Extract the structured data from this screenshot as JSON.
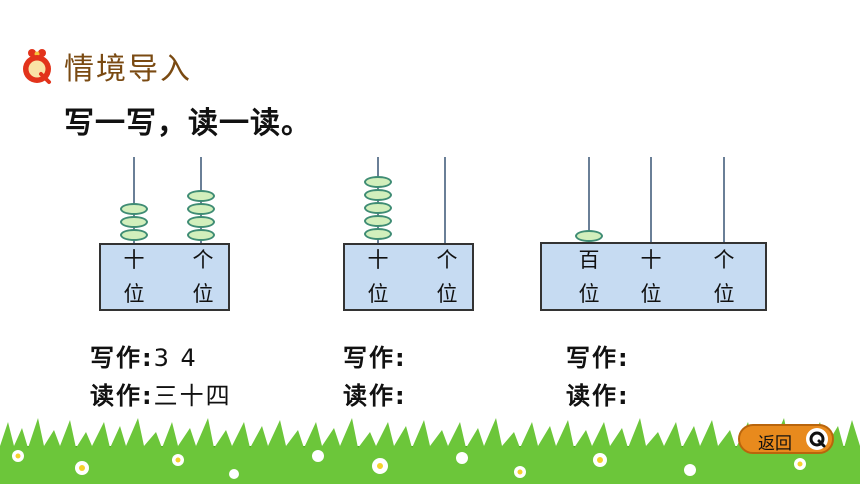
{
  "header": {
    "title": "情境导入",
    "icon": "q-badge-icon"
  },
  "instruction": "写一写，读一读。",
  "abacuses": [
    {
      "labels": [
        "十\n位",
        "个\n位"
      ],
      "beads": [
        3,
        4
      ],
      "written_label": "写作:",
      "written_value": "3 4",
      "read_label": "读作:",
      "read_value": "三十四"
    },
    {
      "labels": [
        "十\n位",
        "个\n位"
      ],
      "beads": [
        5,
        0
      ],
      "written_label": "写作:",
      "written_value": "",
      "read_label": "读作:",
      "read_value": ""
    },
    {
      "labels": [
        "百\n位",
        "十\n位",
        "个\n位"
      ],
      "beads": [
        1,
        0,
        0
      ],
      "written_label": "写作:",
      "written_value": "",
      "read_label": "读作:",
      "read_value": ""
    }
  ],
  "footer": {
    "back_label": "返回",
    "back_icon": "q-return-icon"
  },
  "colors": {
    "title": "#7a4a12",
    "frame": "#c6dbf2",
    "bead_fill": "#d2efbc",
    "bead_stroke": "#3f8c74",
    "button": "#e88a1d",
    "grass": "#57b92c"
  }
}
